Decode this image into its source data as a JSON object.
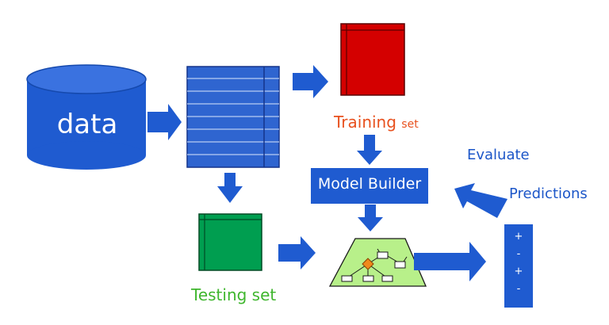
{
  "labels": {
    "data": "data",
    "training_main": "Training",
    "training_suffix": "set",
    "testing": "Testing set",
    "model_builder": "Model Builder",
    "evaluate": "Evaluate",
    "predictions": "Predictions"
  },
  "predictions_values": [
    "+",
    "-",
    "+",
    "-"
  ],
  "colors": {
    "blue": "#1f5bd0",
    "training_red": "#d40000",
    "testing_green": "#009e50",
    "tree_green": "#b8f08a",
    "training_text": "#e8511e",
    "testing_text": "#3fb62e",
    "accent_text": "#1c56c8"
  }
}
